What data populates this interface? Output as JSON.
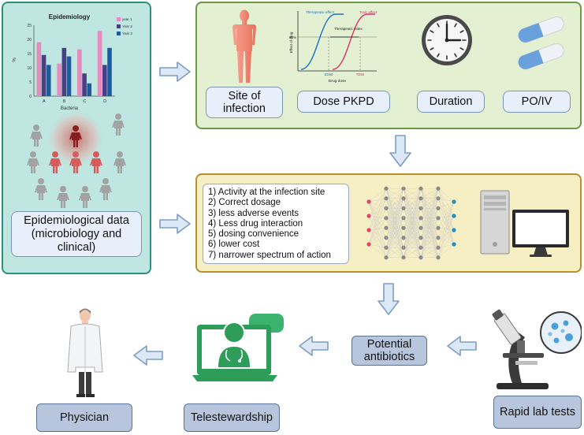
{
  "left_panel": {
    "epi_label": "Epidemiological data (microbiology and clinical)",
    "chart_title": "Epidemiology",
    "chart_ylabel": "%",
    "chart_xlabel": "Bacteria",
    "chart_yticks": [
      "0",
      "5",
      "10",
      "15",
      "20",
      "25"
    ],
    "chart_categories": [
      "A",
      "B",
      "C",
      "D"
    ],
    "chart_legend": [
      "year 1",
      "Year 2",
      "Year 3"
    ]
  },
  "chart_data": {
    "type": "bar",
    "title": "Epidemiology",
    "xlabel": "Bacteria",
    "ylabel": "%",
    "ylim": [
      0,
      25
    ],
    "categories": [
      "A",
      "B",
      "C",
      "D"
    ],
    "series": [
      {
        "name": "year 1",
        "color": "#e58bbe",
        "values": [
          19,
          11.5,
          16.5,
          23
        ]
      },
      {
        "name": "Year 2",
        "color": "#4a3f84",
        "values": [
          14.5,
          17,
          8,
          11
        ]
      },
      {
        "name": "Year 3",
        "color": "#1d5aa2",
        "values": [
          11,
          14,
          4.5,
          17
        ]
      }
    ]
  },
  "top_panel": {
    "site_label": "Site of infection",
    "dose_label": "Dose PKPD",
    "duration_label": "Duration",
    "route_label": "PO/IV",
    "pk_therapeutic": "Therapeutic effect",
    "pk_toxic": "Toxic effect",
    "pk_index": "Therapeutic index",
    "pk_fifty": "50%",
    "pk_ylabel": "Effect of drug",
    "pk_xlabel": "Drug dose",
    "pk_ed": "ED50",
    "pk_td": "TD50"
  },
  "mid_panel": {
    "criteria": [
      "1) Activity at the infection site",
      "2) Correct dosage",
      "3) less adverse events",
      "4) Less drug interaction",
      "5) dosing convenience",
      "6) lower cost",
      "7) narrower spectrum of action"
    ]
  },
  "bottom": {
    "potential_label": "Potential antibiotics",
    "rapid_label": "Rapid lab tests",
    "tele_label": "Telestewardship",
    "physician_label": "Physician"
  },
  "colors": {
    "left_panel_fill": "#bfe6e0",
    "top_panel_fill": "#e3f0d2",
    "mid_panel_fill": "#f7efc4",
    "arrow_fill": "#dce8f6",
    "arrow_stroke": "#7f9dc4"
  }
}
